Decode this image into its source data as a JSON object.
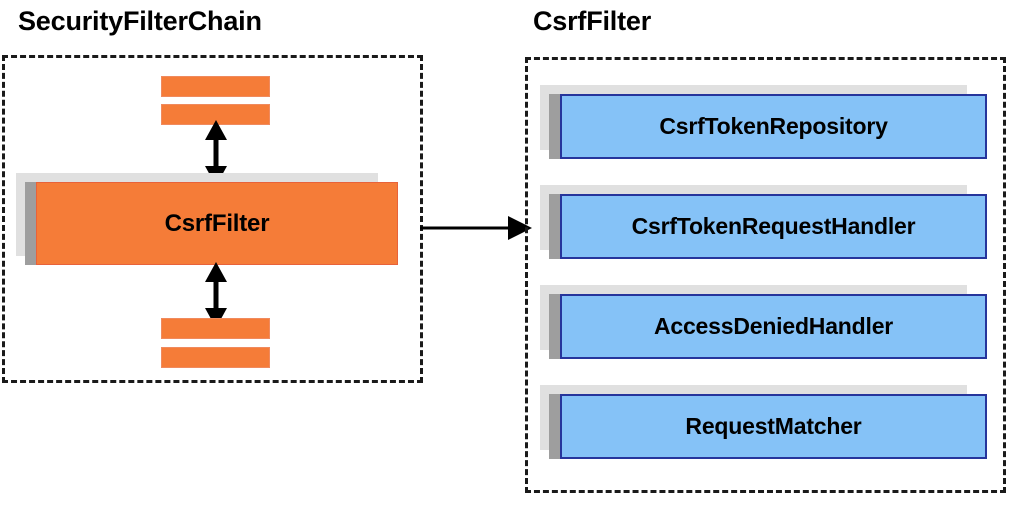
{
  "diagram": {
    "type": "architecture-component-diagram",
    "background_color": "#ffffff",
    "panels": [
      {
        "id": "security-filter-chain",
        "title": "SecurityFilterChain",
        "border_style": "dashed",
        "border_color": "#1a1a1a",
        "items": [
          {
            "id": "filter-above-2",
            "label": "",
            "color": "#f57c38",
            "kind": "unlabeled-filter-bar"
          },
          {
            "id": "filter-above-1",
            "label": "",
            "color": "#f57c38",
            "kind": "unlabeled-filter-bar"
          },
          {
            "id": "csrf-filter",
            "label": "CsrfFilter",
            "color": "#f57c38",
            "kind": "filter-box"
          },
          {
            "id": "filter-below-1",
            "label": "",
            "color": "#f57c38",
            "kind": "unlabeled-filter-bar"
          },
          {
            "id": "filter-below-2",
            "label": "",
            "color": "#f57c38",
            "kind": "unlabeled-filter-bar"
          }
        ]
      },
      {
        "id": "csrf-filter-detail",
        "title": "CsrfFilter",
        "border_style": "dashed",
        "border_color": "#1a1a1a",
        "items": [
          {
            "id": "csrf-token-repository",
            "label": "CsrfTokenRepository",
            "color": "#85c2f7",
            "kind": "collaborator-box"
          },
          {
            "id": "csrf-token-request-handler",
            "label": "CsrfTokenRequestHandler",
            "color": "#85c2f7",
            "kind": "collaborator-box"
          },
          {
            "id": "access-denied-handler",
            "label": "AccessDeniedHandler",
            "color": "#85c2f7",
            "kind": "collaborator-box"
          },
          {
            "id": "request-matcher",
            "label": "RequestMatcher",
            "color": "#85c2f7",
            "kind": "collaborator-box"
          }
        ]
      }
    ],
    "connectors": [
      {
        "id": "chain-up",
        "style": "double-headed-vertical",
        "color": "#000000"
      },
      {
        "id": "chain-down",
        "style": "double-headed-vertical",
        "color": "#000000"
      },
      {
        "id": "expand-link",
        "style": "single-headed-horizontal",
        "color": "#000000"
      }
    ],
    "colors": {
      "orange_fill": "#f57c38",
      "orange_border": "#e8623a",
      "blue_fill": "#85c2f7",
      "blue_border": "#26359c",
      "shadow_dark": "#9e9e9e",
      "shadow_light": "#e0e0e0",
      "text": "#000000"
    }
  }
}
